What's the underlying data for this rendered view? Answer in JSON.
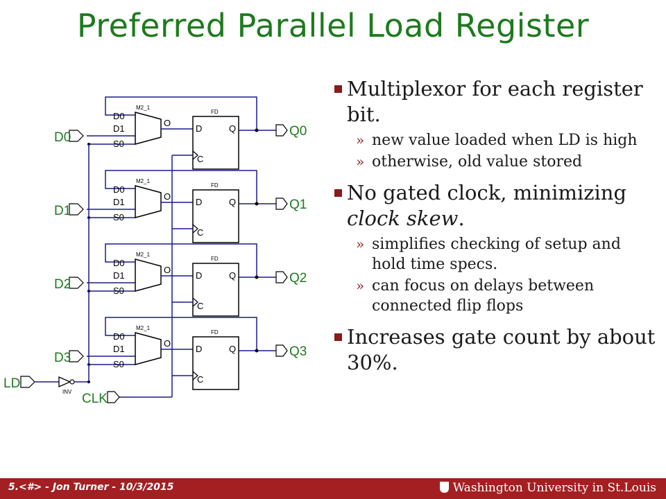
{
  "title": "Preferred Parallel Load Register",
  "bullets": [
    {
      "text": "Multiplexor for each register bit.",
      "subs": [
        "new value loaded when LD is high",
        "otherwise, old value stored"
      ]
    },
    {
      "text_before": "No gated clock, minimizing ",
      "text_italic": "clock skew",
      "text_after": ".",
      "subs": [
        "simplifies checking of setup and hold time specs.",
        "can focus on delays between connected flip flops"
      ]
    },
    {
      "text": "Increases gate count by about 30%.",
      "subs": []
    }
  ],
  "sub_marker": "»",
  "schematic": {
    "inputs": [
      "D0",
      "D1",
      "D2",
      "D3"
    ],
    "outputs": [
      "Q0",
      "Q1",
      "Q2",
      "Q3"
    ],
    "ld": "LD",
    "clk": "CLK",
    "inv": "INV",
    "mux_name": "M2_1",
    "mux_pins": [
      "D0",
      "D1",
      "S0",
      "O"
    ],
    "ff_name": "FD",
    "ff_pins": [
      "D",
      "Q",
      "C"
    ]
  },
  "footer": {
    "left": "5.<#> - Jon Turner - 10/3/2015",
    "right": "Washington University in St.Louis"
  },
  "colors": {
    "title": "#1e7a1e",
    "footer_bg": "#a31f22",
    "bullet": "#8b1a1a",
    "wire": "#1a1a8c"
  }
}
